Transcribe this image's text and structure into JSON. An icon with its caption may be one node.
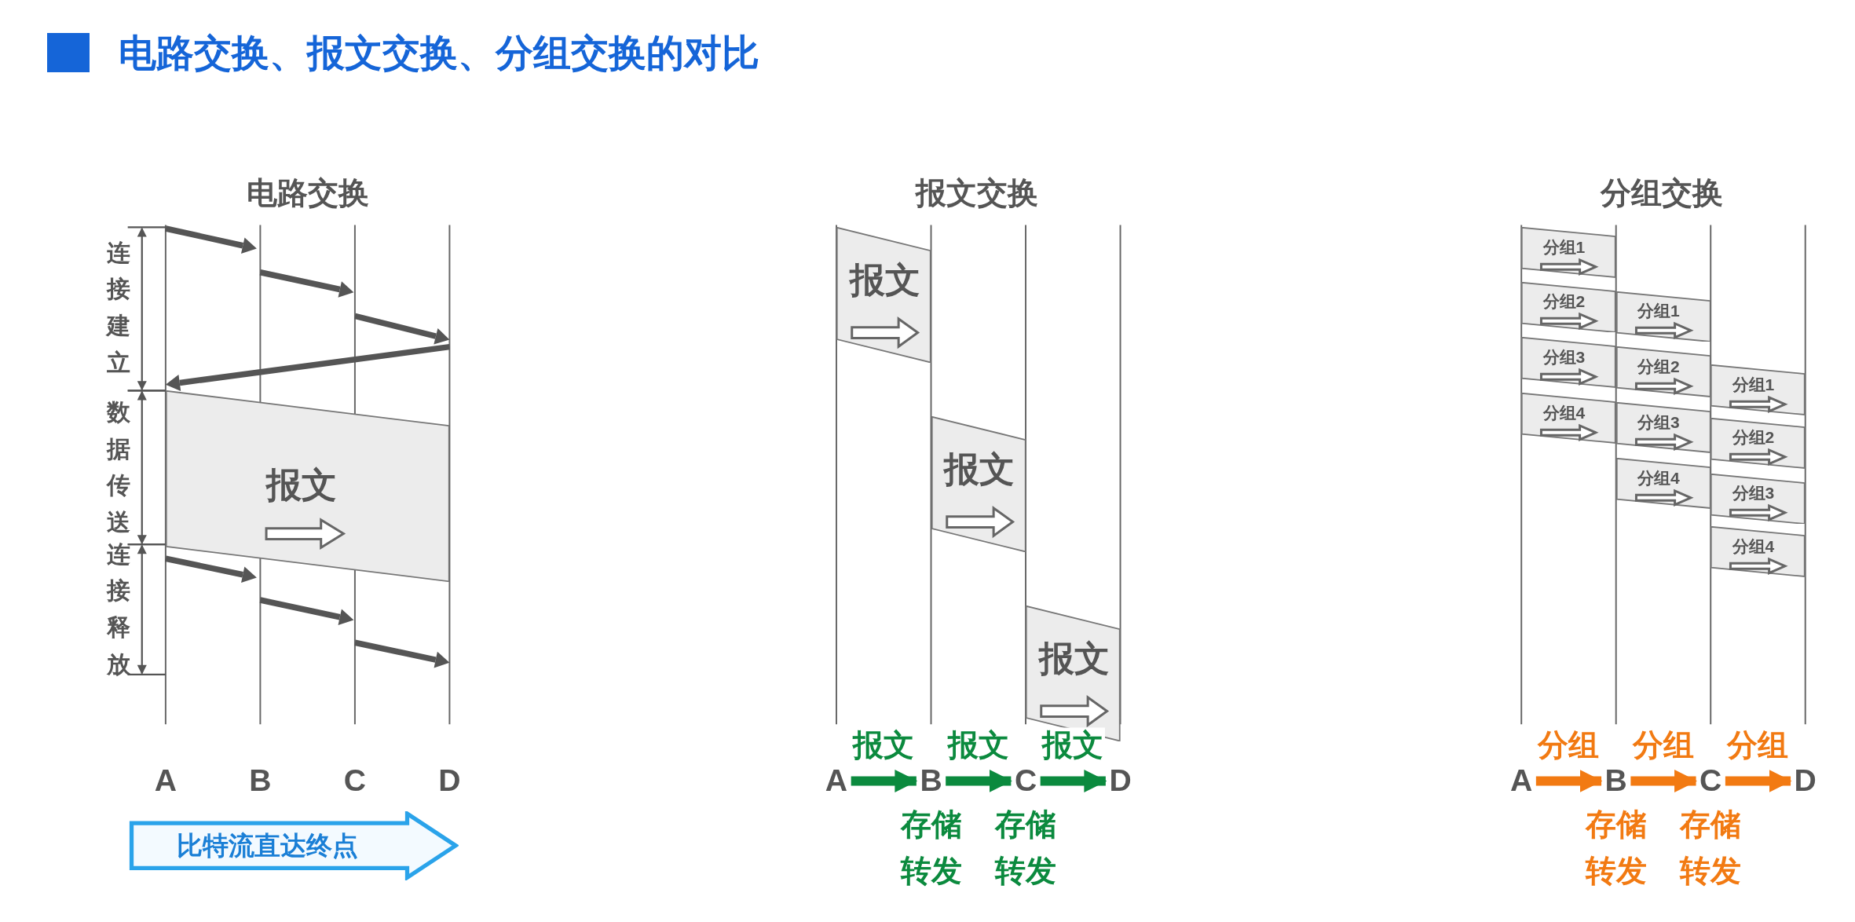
{
  "diagram": {
    "title": "电路交换、报文交换、分组交换的对比",
    "nodes": [
      {
        "text": [
          "报文"
        ]
      },
      {
        "text": [
          "比特流直达终点"
        ]
      },
      {
        "text": [
          "报文"
        ]
      },
      {
        "text": [
          "报文"
        ]
      },
      {
        "text": [
          "报文"
        ]
      },
      {
        "text": [
          "A"
        ]
      },
      {
        "text": [
          "B"
        ],
        "beside": [
          "存储转发"
        ]
      },
      {
        "text": [
          "C"
        ],
        "beside": [
          "存储转发"
        ]
      },
      {
        "text": [
          "D"
        ]
      },
      {
        "text": [
          "分组1"
        ]
      },
      {
        "text": [
          "分组2"
        ]
      },
      {
        "text": [
          "分组3"
        ]
      },
      {
        "text": [
          "分组4"
        ]
      },
      {
        "text": [
          "分组1"
        ]
      },
      {
        "text": [
          "分组2"
        ]
      },
      {
        "text": [
          "分组3"
        ]
      },
      {
        "text": [
          "分组4"
        ]
      },
      {
        "text": [
          "分组1"
        ]
      },
      {
        "text": [
          "分组2"
        ]
      },
      {
        "text": [
          "分组3"
        ]
      },
      {
        "text": [
          "分组4"
        ]
      },
      {
        "text": [
          "A"
        ]
      },
      {
        "text": [
          "B"
        ],
        "beside": [
          "存储转发"
        ]
      },
      {
        "text": [
          "C"
        ],
        "beside": [
          "存储转发"
        ]
      },
      {
        "text": [
          "D"
        ]
      }
    ],
    "edges": [
      {
        "from": 5,
        "to": 6,
        "arrow": "to",
        "label": "报文",
        "color": "#0b8a3e"
      },
      {
        "from": 6,
        "to": 7,
        "arrow": "to",
        "label": "报文",
        "color": "#0b8a3e"
      },
      {
        "from": 7,
        "to": 8,
        "arrow": "to",
        "label": "报文",
        "color": "#0b8a3e"
      },
      {
        "from": 21,
        "to": 22,
        "arrow": "to",
        "label": "分组",
        "color": "#f27a12"
      },
      {
        "from": 22,
        "to": 23,
        "arrow": "to",
        "label": "分组",
        "color": "#f27a12"
      },
      {
        "from": 23,
        "to": 24,
        "arrow": "to",
        "label": "分组",
        "color": "#f27a12"
      }
    ],
    "labels": [
      "电路交换",
      "连接建立",
      "数据传送",
      "连接释放",
      "A",
      "B",
      "C",
      "D",
      "报文交换",
      "分组交换"
    ]
  }
}
